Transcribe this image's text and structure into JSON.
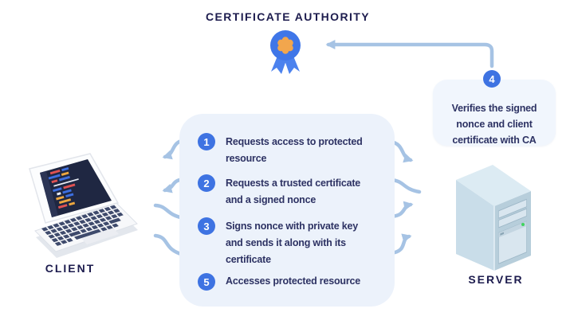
{
  "diagram": {
    "title": "CERTIFICATE AUTHORITY",
    "client": {
      "label": "CLIENT"
    },
    "server": {
      "label": "SERVER"
    },
    "steps": [
      {
        "number": "1",
        "lines": [
          "Requests access to protected",
          "resource"
        ]
      },
      {
        "number": "2",
        "lines": [
          "Requests a trusted certificate",
          "and a signed nonce"
        ]
      },
      {
        "number": "3",
        "lines": [
          "Signs nonce with private key",
          "and sends it along with its",
          "certificate"
        ]
      },
      {
        "number": "5",
        "lines": [
          "Accesses protected resource"
        ]
      }
    ],
    "verify_step": {
      "number": "4",
      "lines": [
        "Verifies the signed",
        "nonce and client",
        "certificate with CA"
      ]
    },
    "icons": {
      "certificate_authority": "certificate-badge-icon",
      "client": "laptop-icon",
      "server": "server-tower-icon"
    }
  },
  "colors": {
    "accent": "#3e73e2",
    "connector": "#a6c3e4",
    "navy": "#1d1c4e",
    "steptext": "#2d3263",
    "panel": "#ecf2fb",
    "panel-light": "#f1f6fd"
  }
}
